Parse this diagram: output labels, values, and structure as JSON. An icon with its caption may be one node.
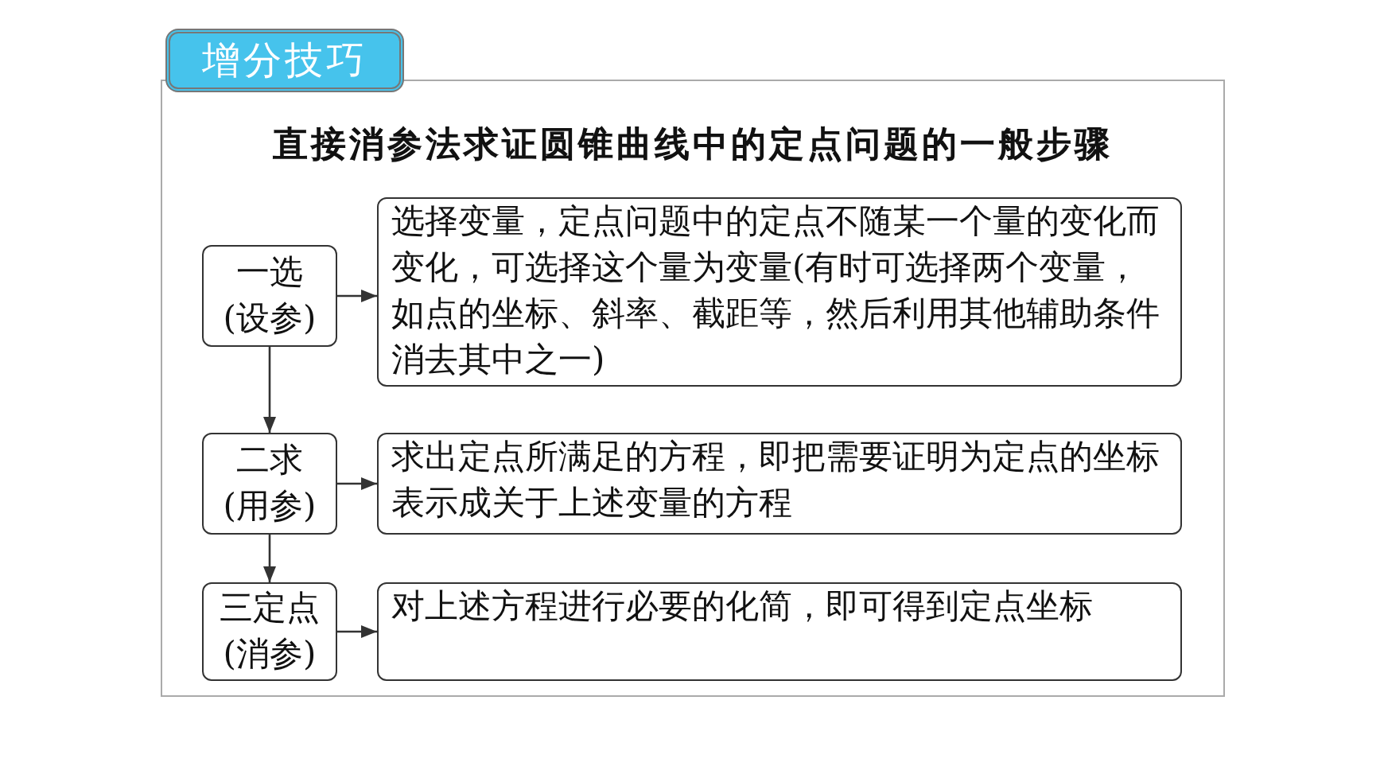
{
  "diagram": {
    "title": "直接消参法求证圆锥曲线中的定点问题的一般步骤",
    "nodes": [
      {
        "text": [
          "一选",
          "(设参)"
        ]
      },
      {
        "text": [
          "选择变量，定点问题中的定点不随某一个量的变化而变化，可选择这个量为变量(有时可选择两个变量，如点的坐标、斜率、截距等，然后利用其他辅助条件消去其中之一)"
        ]
      },
      {
        "text": [
          "二求",
          "(用参)"
        ]
      },
      {
        "text": [
          "求出定点所满足的方程，即把需要证明为定点的坐标表示成关于上述变量的方程"
        ]
      },
      {
        "text": [
          "三定点",
          "(消参)"
        ]
      },
      {
        "text": [
          "对上述方程进行必要的化简，即可得到定点坐标"
        ]
      }
    ],
    "edges": [
      {
        "from": 0,
        "to": 1,
        "arrow": "to"
      },
      {
        "from": 2,
        "to": 3,
        "arrow": "to"
      },
      {
        "from": 4,
        "to": 5,
        "arrow": "to"
      },
      {
        "from": 0,
        "to": 2,
        "arrow": "to"
      },
      {
        "from": 2,
        "to": 4,
        "arrow": "to"
      }
    ],
    "labels": [
      "增分技巧"
    ]
  }
}
